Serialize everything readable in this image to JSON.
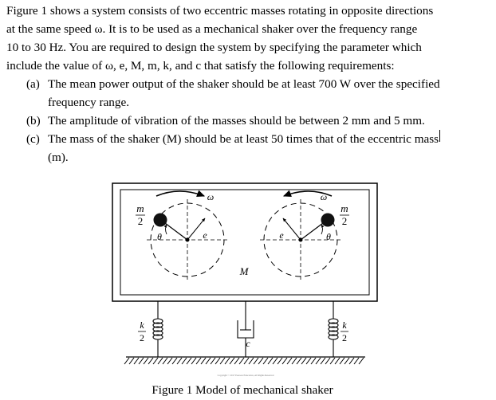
{
  "intro": [
    "Figure 1 shows a system consists of two eccentric masses rotating in opposite directions",
    "at the same speed ω. It is to be used as a mechanical shaker over the frequency range",
    "10 to 30 Hz. You are required to design the system by specifying the parameter which",
    "include the value of ω, e, M, m, k, and c that satisfy the following requirements:"
  ],
  "requirements": [
    {
      "label": "(a)",
      "lines": [
        "The mean power output of the shaker should be at least 700 W over the specified",
        "frequency range."
      ]
    },
    {
      "label": "(b)",
      "lines": [
        "The amplitude of vibration of the masses should be between 2 mm and 5 mm."
      ]
    },
    {
      "label": "(c)",
      "lines": [
        "The mass of the shaker (M) should be at least 50 times that of the eccentric mass",
        "(m)."
      ]
    }
  ],
  "figure": {
    "omega": "ω",
    "m_num": "m",
    "m_den": "2",
    "theta": "θ",
    "e": "e",
    "M": "M",
    "k_num": "k",
    "k_den": "2",
    "c": "c",
    "copyright": "Copyright © 2017 Pearson Education, All Rights Reserved",
    "caption": "Figure 1 Model of mechanical shaker"
  }
}
